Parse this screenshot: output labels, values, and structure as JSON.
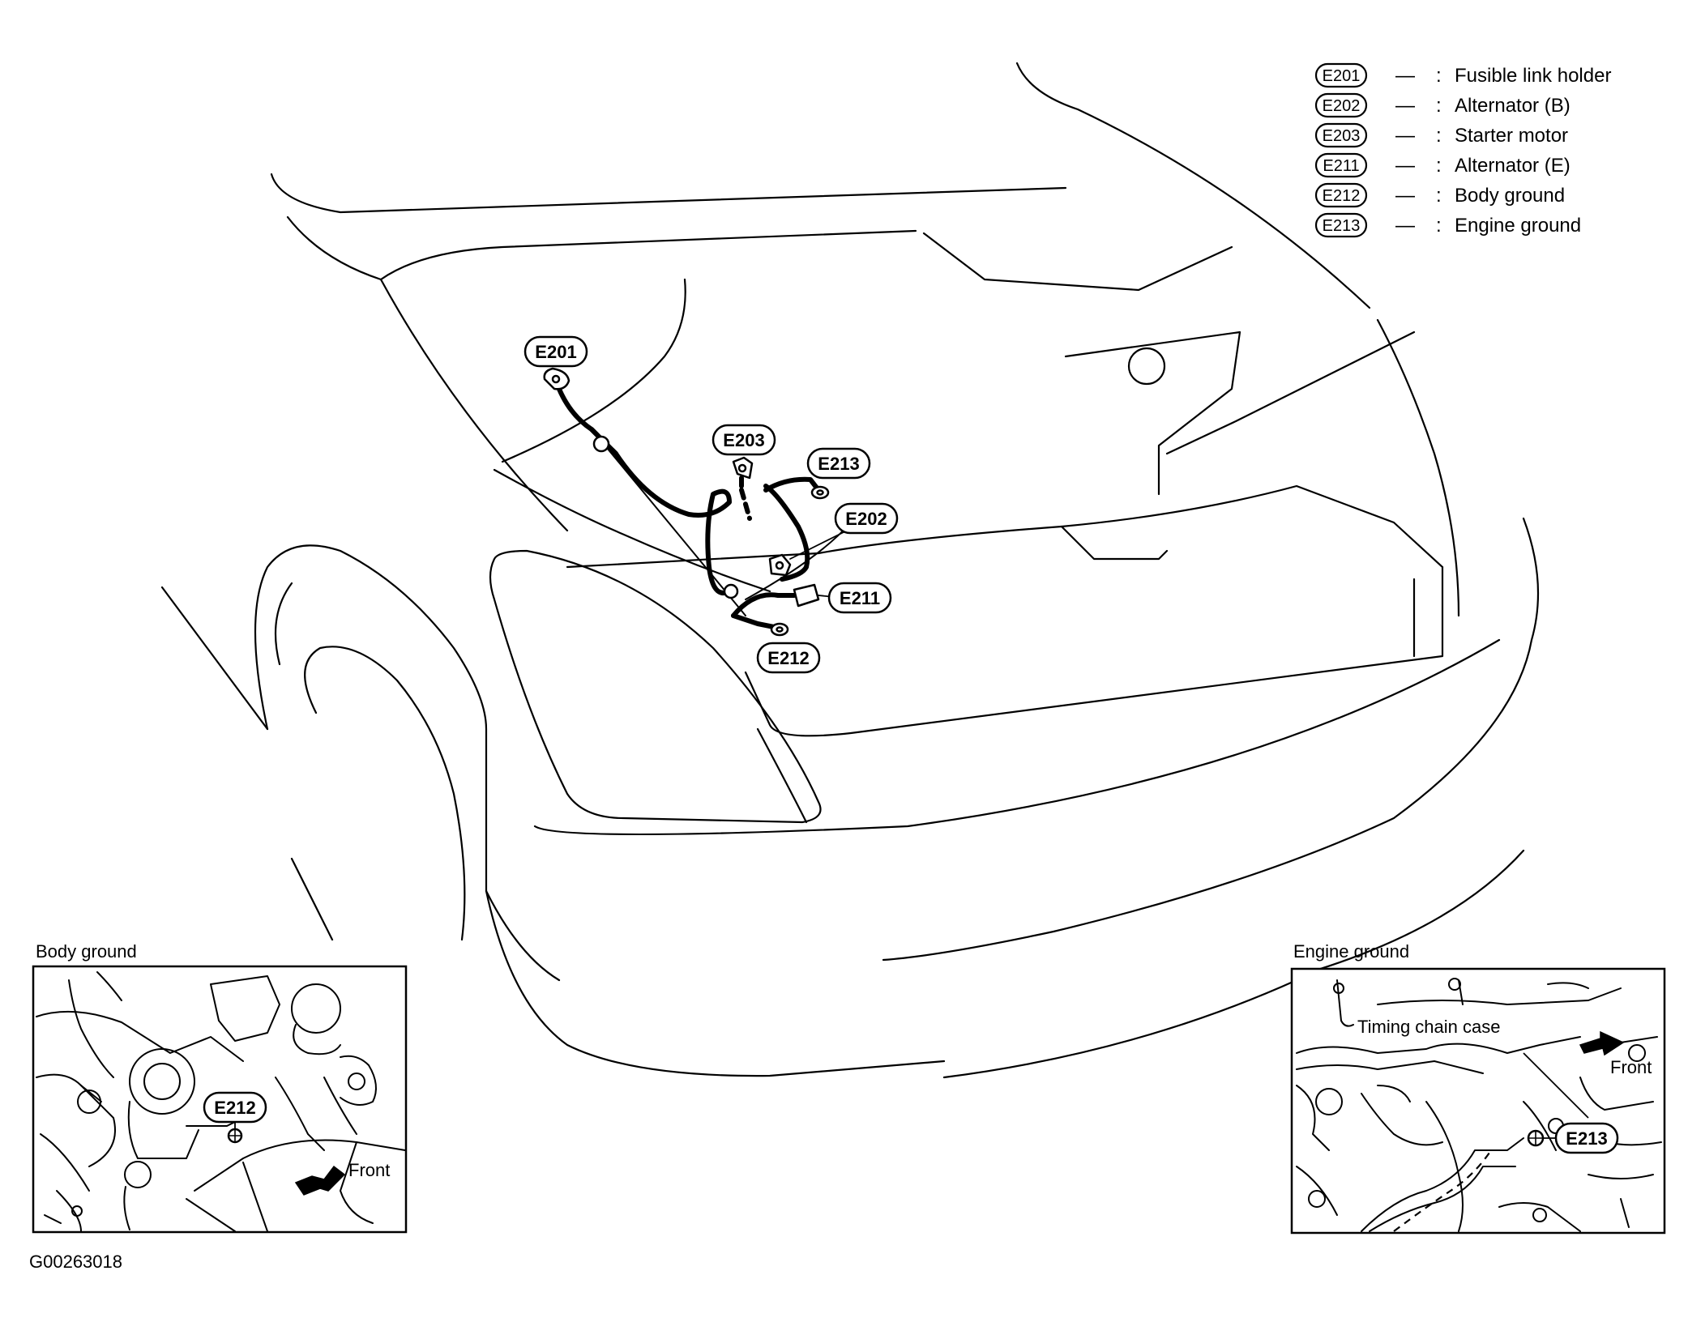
{
  "legend": [
    {
      "code": "E201",
      "dash": "—",
      "sep": ":",
      "desc": "Fusible link holder"
    },
    {
      "code": "E202",
      "dash": "—",
      "sep": ":",
      "desc": "Alternator (B)"
    },
    {
      "code": "E203",
      "dash": "—",
      "sep": ":",
      "desc": "Starter motor"
    },
    {
      "code": "E211",
      "dash": "—",
      "sep": ":",
      "desc": "Alternator (E)"
    },
    {
      "code": "E212",
      "dash": "—",
      "sep": ":",
      "desc": "Body ground"
    },
    {
      "code": "E213",
      "dash": "—",
      "sep": ":",
      "desc": "Engine ground"
    }
  ],
  "callouts": {
    "e201": "E201",
    "e203": "E203",
    "e213": "E213",
    "e202": "E202",
    "e211": "E211",
    "e212": "E212"
  },
  "insets": {
    "body": {
      "title": "Body ground",
      "connector": "E212",
      "front": "Front"
    },
    "engine": {
      "title": "Engine ground",
      "note": "Timing chain case",
      "connector": "E213",
      "front": "Front"
    }
  },
  "figure_id": "G00263018"
}
